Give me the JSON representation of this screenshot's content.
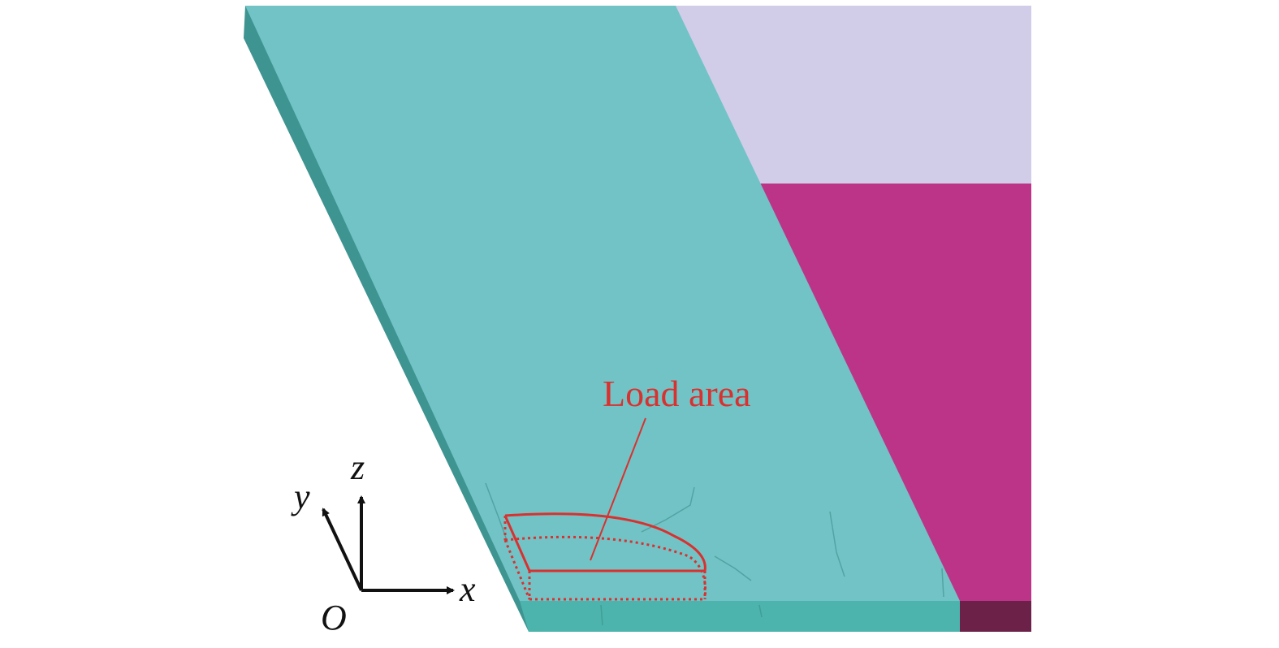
{
  "annotation": {
    "label": "Load area"
  },
  "axes": {
    "x_label": "x",
    "y_label": "y",
    "z_label": "z",
    "origin_label": "O"
  },
  "colors": {
    "slab_top": "#72c3c6",
    "slab_side_left": "#3e9490",
    "slab_front": "#4cb4ac",
    "lavender_block": "#d1cde9",
    "magenta_block": "#bc3487",
    "dark_block": "#6b2148",
    "annotation": "#d8312f",
    "axes": "#111111"
  }
}
